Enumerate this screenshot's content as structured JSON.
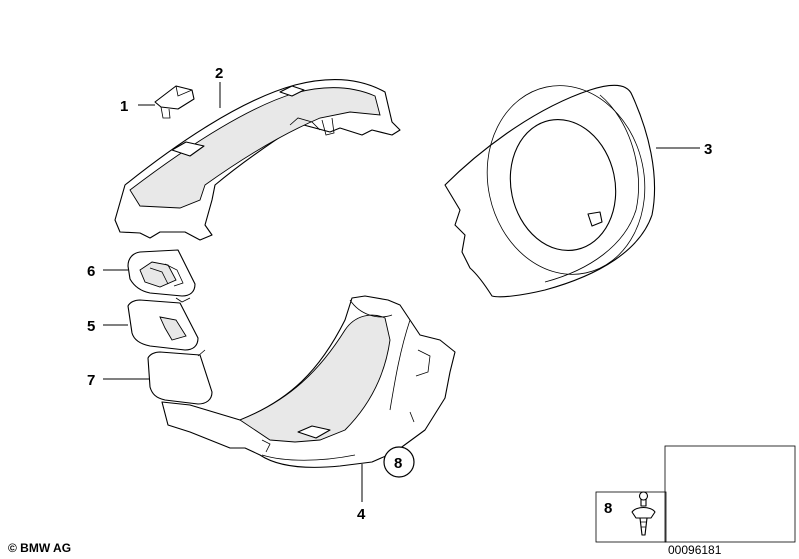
{
  "callouts": {
    "c1": "1",
    "c2": "2",
    "c3": "3",
    "c4": "4",
    "c5": "5",
    "c6": "6",
    "c7": "7",
    "c8_circle": "8",
    "c8_box": "8"
  },
  "footer": {
    "copyright": "© BMW AG",
    "diagram_number": "00096181"
  }
}
